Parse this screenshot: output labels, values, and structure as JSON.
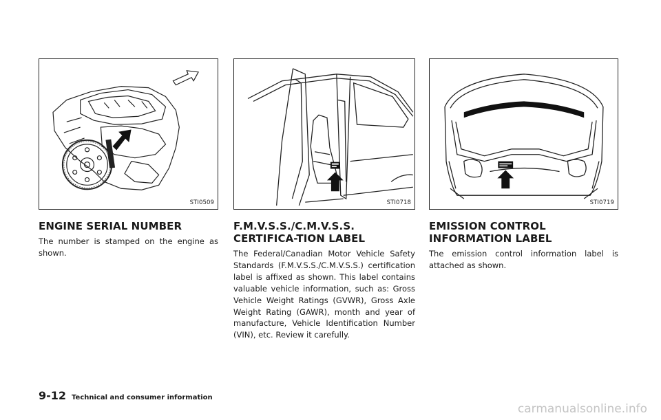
{
  "sections": [
    {
      "figure_code": "STI0509",
      "heading": "ENGINE SERIAL NUMBER",
      "body": "The number is stamped on the engine as shown."
    },
    {
      "figure_code": "STI0718",
      "heading": "F.M.V.S.S./C.M.V.S.S. CERTIFICA-TION LABEL",
      "body": "The Federal/Canadian Motor Vehicle Safety Standards (F.M.V.S.S./C.M.V.S.S.) certification label is affixed as shown. This label contains valuable vehicle information, such as: Gross Vehicle Weight Ratings (GVWR), Gross Axle Weight Rating (GAWR), month and year of manufacture, Vehicle Identification Number (VIN), etc. Review it carefully."
    },
    {
      "figure_code": "STI0719",
      "heading": "EMISSION CONTROL INFORMATION LABEL",
      "body": "The emission control information label is attached as shown."
    }
  ],
  "footer": {
    "page_number": "9-12",
    "chapter_title": "Technical and consumer information"
  },
  "watermark": "carmanualsonline.info"
}
